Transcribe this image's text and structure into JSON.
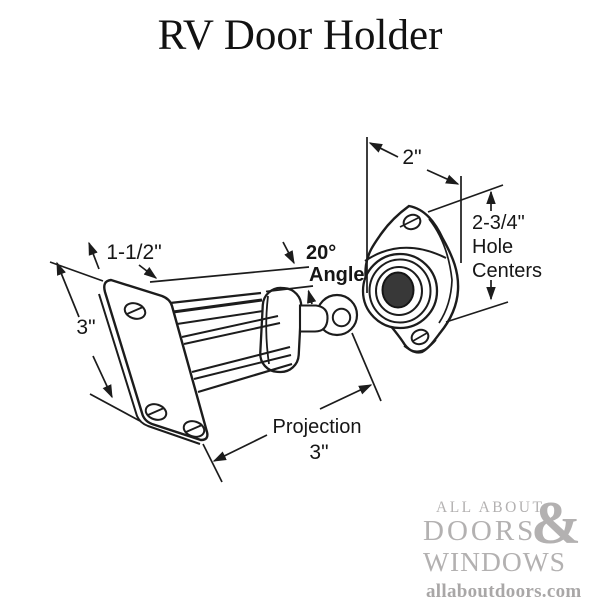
{
  "page": {
    "title": "RV Door Holder"
  },
  "diagram": {
    "labels": {
      "plate_width": "1-1/2\"",
      "plate_height": "3\"",
      "flange_width": "2\"",
      "hole_centers_value": "2-3/4\"",
      "hole_centers_word1": "Hole",
      "hole_centers_word2": "Centers",
      "angle_value": "20°",
      "angle_word": "Angle",
      "projection_word": "Projection",
      "projection_value": "3\""
    },
    "colors": {
      "ink": "#1c1c1c",
      "socket_hole_fill": "#383838",
      "watermark_gray": "#b3b1b1"
    }
  },
  "watermark": {
    "line1": "ALL ABOUT",
    "line2": "DOORS",
    "ampersand": "&",
    "line3": "WINDOWS",
    "website": "allaboutdoors.com"
  }
}
